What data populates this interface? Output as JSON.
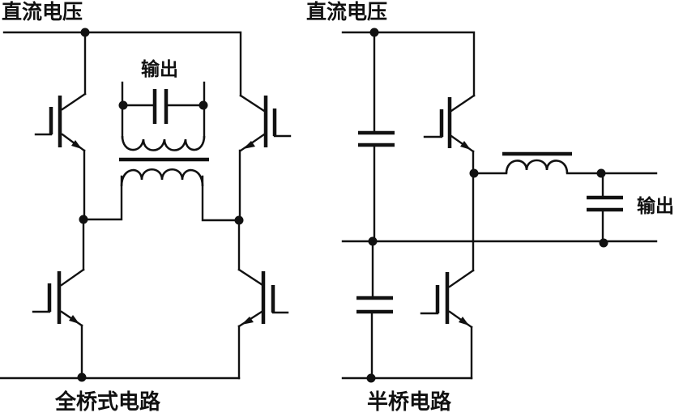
{
  "full_bridge": {
    "dc_voltage_label": "直流电压",
    "output_label": "输出",
    "title": "全桥式电路"
  },
  "half_bridge": {
    "dc_voltage_label": "直流电压",
    "output_label": "输出",
    "title": "半桥电路"
  },
  "colors": {
    "ink": "#111111",
    "background": "#ffffff"
  }
}
